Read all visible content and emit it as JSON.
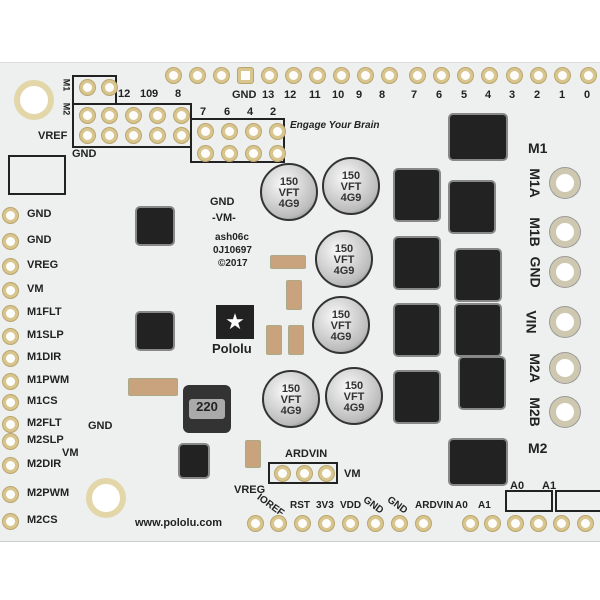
{
  "board": {
    "top_header_labels": [
      "GND",
      "13",
      "12",
      "11",
      "10",
      "9",
      "8",
      "7",
      "6",
      "5",
      "4",
      "3",
      "2",
      "1",
      "0"
    ],
    "jumper_labels": [
      "M1",
      "M2",
      "VREF",
      "GND",
      "12",
      "10",
      "9",
      "8",
      "7",
      "6",
      "4",
      "2"
    ],
    "slogan": "Engage Your Brain",
    "left_labels": [
      "GND",
      "GND",
      "VREG",
      "VM",
      "M1FLT",
      "M1SLP",
      "M1DIR",
      "M1PWM",
      "M1CS",
      "M2FLT",
      "M2SLP",
      "M2DIR",
      "M2PWM",
      "M2CS"
    ],
    "left_inline": {
      "gnd": "GND",
      "vm": "-VM-",
      "gnd2": "GND",
      "vm2": "VM"
    },
    "right_labels": [
      "M1",
      "M1A",
      "M1B",
      "GND",
      "VIN",
      "M2A",
      "M2B",
      "M2"
    ],
    "capacitor_marking": [
      "150",
      "VFT",
      "4G9"
    ],
    "inductor_marking": "220",
    "board_id": [
      "ash06c",
      "0J10697",
      "©2017"
    ],
    "logo": "Pololu",
    "website": "www.pololu.com",
    "bottom_labels": [
      "IOREF",
      "RST",
      "3V3",
      "VDD",
      "GND",
      "GND",
      "ARDVIN",
      "A0",
      "A1"
    ],
    "ardvin_header": {
      "title": "ARDVIN",
      "left": "VREG",
      "right": "VM"
    },
    "analog_jumpers": [
      "A0",
      "A1"
    ],
    "colors": {
      "pcb": "#eef0f0",
      "silkscreen": "#222222",
      "pad": "#d9c58e"
    }
  }
}
